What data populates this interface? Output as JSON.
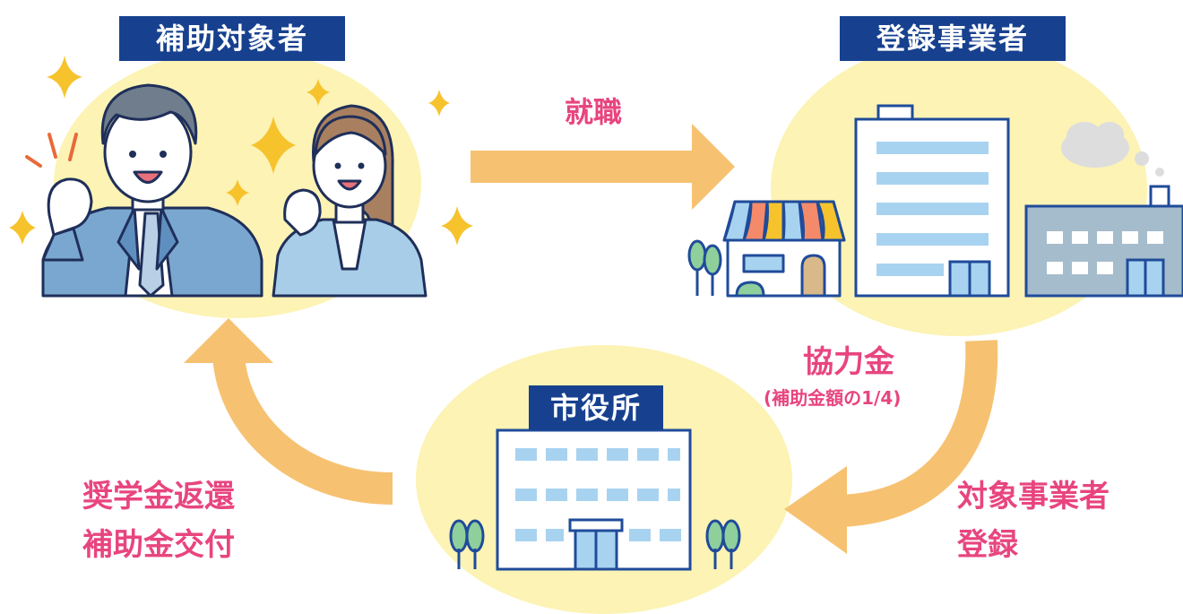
{
  "nodes": {
    "beneficiary": {
      "label": "補助対象者"
    },
    "business": {
      "label": "登録事業者"
    },
    "city_hall": {
      "label": "市役所"
    }
  },
  "flows": {
    "employment": {
      "label": "就職"
    },
    "contribution": {
      "label": "協力金",
      "note": "(補助金額の1/4)"
    },
    "registration": {
      "line1": "対象事業者",
      "line2": "登録"
    },
    "subsidy": {
      "line1": "奨学金返還",
      "line2": "補助金交付"
    }
  },
  "colors": {
    "circle_fill": "#fcf3b4",
    "label_box": "#17418f",
    "flow_text": "#e8457f",
    "arrow": "#f6c271",
    "sparkle": "#f6c32d",
    "building_stroke": "#1f4b9a",
    "window_fill": "#a8d3f0"
  }
}
